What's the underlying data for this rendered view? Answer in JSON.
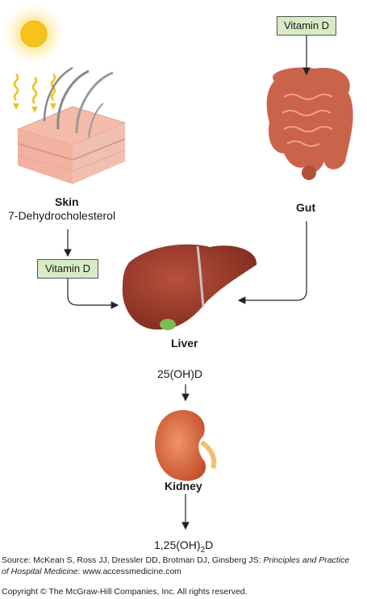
{
  "labels": {
    "skin": "Skin",
    "skin_compound": "7-Dehydrocholesterol",
    "gut": "Gut",
    "liver": "Liver",
    "liver_product": "25(OH)D",
    "kidney": "Kidney",
    "kidney_product_prefix": "1,25(OH)",
    "kidney_product_sub": "2",
    "kidney_product_suffix": "D"
  },
  "boxes": {
    "vitamin_d_gut": "Vitamin D",
    "vitamin_d_skin": "Vitamin D"
  },
  "source": {
    "prefix": "Source: McKean S, Ross JJ, Dressler DD, Brotman DJ, Ginsberg JS: ",
    "title_line1": "Principles and Practice",
    "title_line2": "of Hospital Medicine",
    "suffix": ": www.accessmedicine.com"
  },
  "copyright": "Copyright © The McGraw-Hill Companies, Inc. All rights reserved.",
  "colors": {
    "box_fill": "#d7ecc6",
    "liver": "#9e3a2c",
    "kidney": "#d9663e",
    "gut": "#c9644a",
    "sun": "#f6c21c",
    "skin": "#f0b8a6"
  }
}
